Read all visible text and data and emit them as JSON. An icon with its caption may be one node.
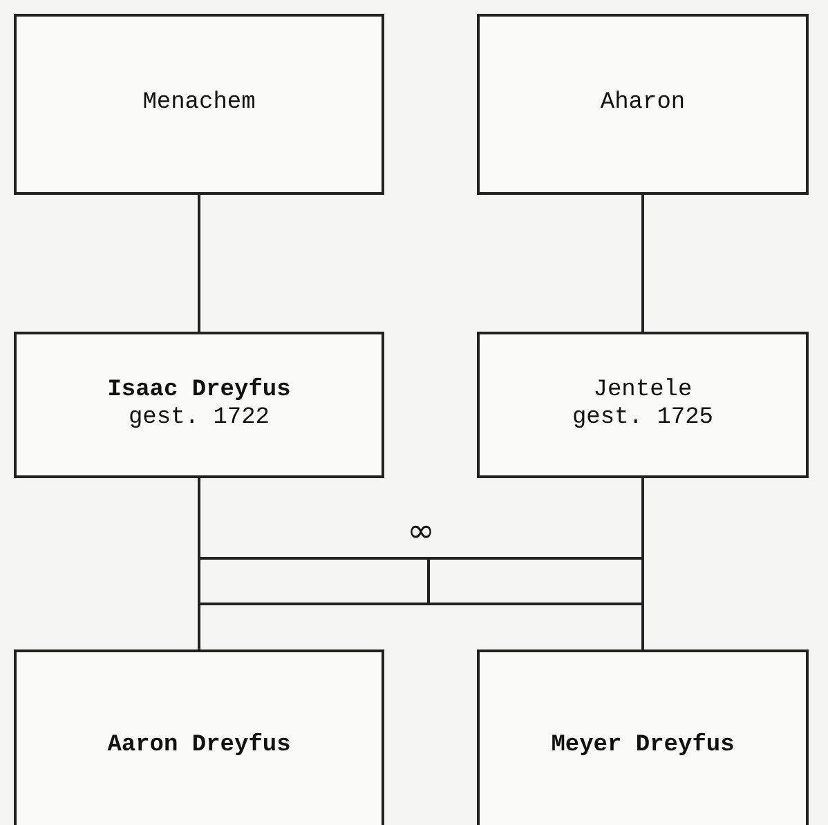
{
  "diagram": {
    "nodes": [
      {
        "text": [
          "Menachem"
        ]
      },
      {
        "text": [
          "Aharon"
        ]
      },
      {
        "text": [
          "**Isaac Dreyfus**",
          "gest. 1722"
        ]
      },
      {
        "text": [
          "Jentele",
          "gest. 1725"
        ]
      },
      {
        "text": [
          "**Aaron Dreyfus**"
        ]
      },
      {
        "text": [
          "**Meyer Dreyfus**"
        ]
      }
    ],
    "edges": [
      {
        "from": 0,
        "to": 2,
        "arrow": "none"
      },
      {
        "from": 1,
        "to": 3,
        "arrow": "none"
      },
      {
        "from": 2,
        "to": 3,
        "arrow": "none",
        "label": "∞"
      },
      {
        "from": 2,
        "to": 4,
        "arrow": "none"
      },
      {
        "from": 2,
        "to": 5,
        "arrow": "none"
      },
      {
        "from": 3,
        "to": 4,
        "arrow": "none"
      },
      {
        "from": 3,
        "to": 5,
        "arrow": "none"
      }
    ]
  }
}
